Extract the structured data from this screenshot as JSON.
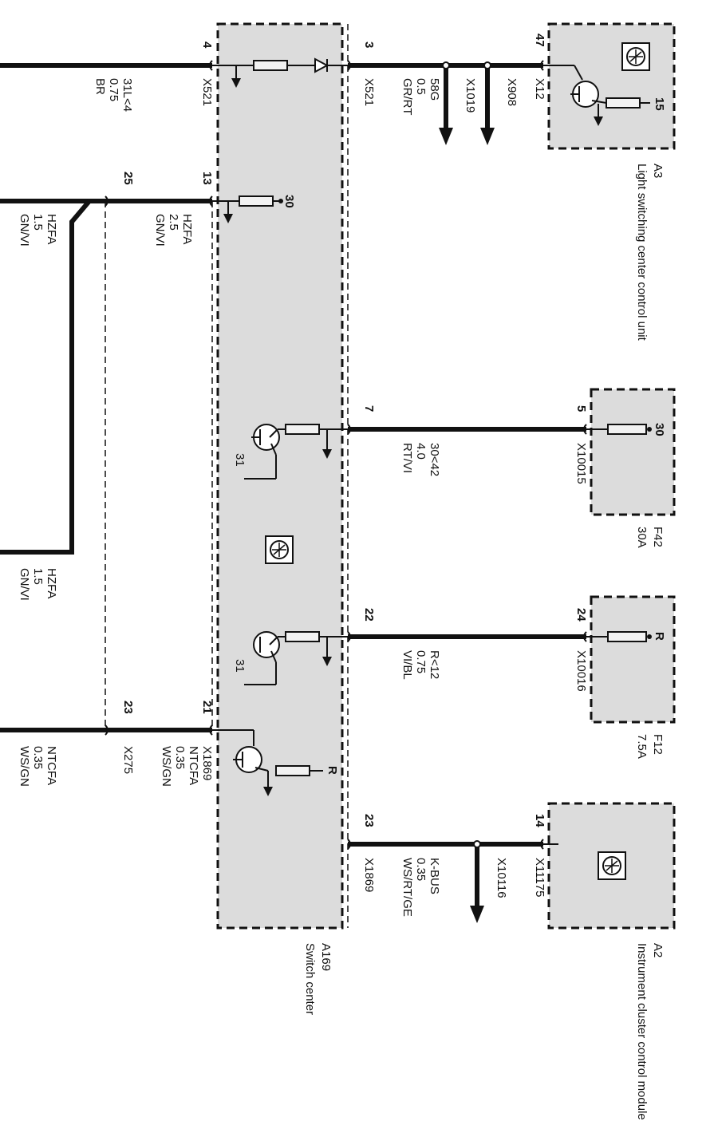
{
  "components": {
    "a3": {
      "id": "A3",
      "name": "Light switching center control unit"
    },
    "f42": {
      "id": "F42",
      "rating": "30A"
    },
    "f12": {
      "id": "F12",
      "rating": "7.5A"
    },
    "a2": {
      "id": "A2",
      "name": "Instrument cluster control module"
    },
    "a169": {
      "id": "A169",
      "name": "Switch center"
    }
  },
  "connectors": {
    "x521_pin4": {
      "pin": "4",
      "connector": "X521"
    },
    "x521_pin3": {
      "pin": "3",
      "connector": "X521"
    },
    "x1019": {
      "connector": "X1019"
    },
    "x908": {
      "connector": "X908"
    },
    "x12_pin47": {
      "pin": "47",
      "connector": "X12"
    },
    "a169_pin13": {
      "pin": "13"
    },
    "x_pin25": {
      "pin": "25"
    },
    "a169_pin7": {
      "pin": "7"
    },
    "x10015_pin5": {
      "pin": "5",
      "connector": "X10015"
    },
    "a169_pin22": {
      "pin": "22"
    },
    "x10016_pin24": {
      "pin": "24",
      "connector": "X10016"
    },
    "x1869_pin21": {
      "pin": "21",
      "connector": "X1869"
    },
    "x275_pin23": {
      "pin": "23",
      "connector": "X275"
    },
    "x1869_pin23": {
      "pin": "23",
      "connector": "X1869"
    },
    "x10116": {
      "connector": "X10116"
    },
    "x11175_pin14": {
      "pin": "14",
      "connector": "X11175"
    }
  },
  "wires": {
    "w_31l4": {
      "signal": "31L<4",
      "size": "0.75",
      "color": "BR"
    },
    "w_58g": {
      "signal": "58G",
      "size": "0.5",
      "color": "GR/RT"
    },
    "w_hzfa_a": {
      "signal": "HZFA",
      "size": "2.5",
      "color": "GN/VI"
    },
    "w_hzfa_b": {
      "signal": "HZFA",
      "size": "1.5",
      "color": "GN/VI"
    },
    "w_hzfa_c": {
      "signal": "HZFA",
      "size": "1.5",
      "color": "GN/VI"
    },
    "w_3042": {
      "signal": "30<42",
      "size": "4.0",
      "color": "RT/VI"
    },
    "w_r12": {
      "signal": "R<12",
      "size": "0.75",
      "color": "VI/BL"
    },
    "w_ntcfa_a": {
      "signal": "NTCFA",
      "size": "0.35",
      "color": "WS/GN"
    },
    "w_ntcfa_b": {
      "signal": "NTCFA",
      "size": "0.35",
      "color": "WS/GN"
    },
    "w_kbus": {
      "signal": "K-BUS",
      "size": "0.35",
      "color": "WS/RT/GE"
    }
  },
  "terminals": {
    "t15": "15",
    "t30_fuse": "30",
    "t_r_fuse": "R",
    "t30_inner": "30",
    "t31_a": "31",
    "t31_b": "31",
    "t_r_inner": "R"
  }
}
